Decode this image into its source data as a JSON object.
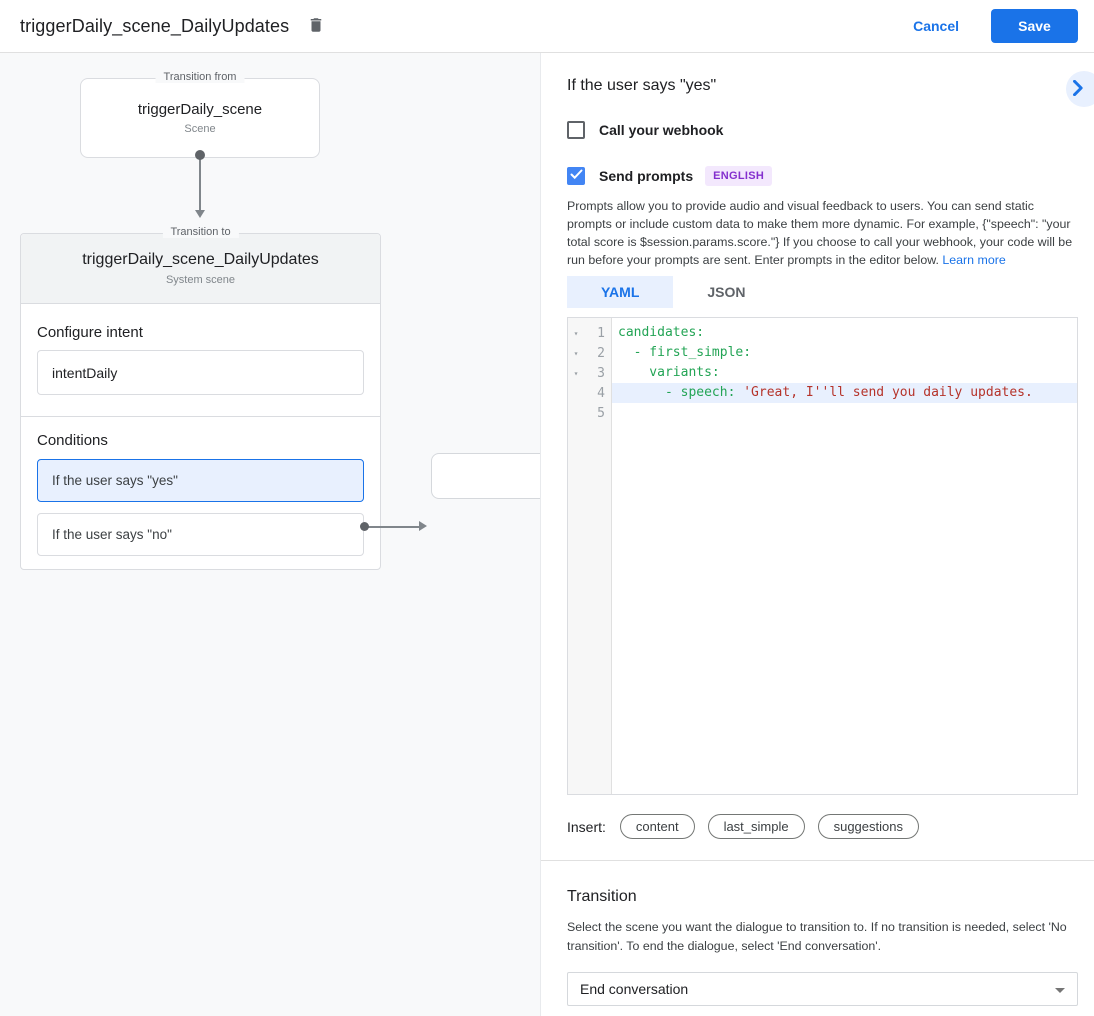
{
  "header": {
    "title": "triggerDaily_scene_DailyUpdates",
    "cancel_label": "Cancel",
    "save_label": "Save"
  },
  "canvas": {
    "from_box": {
      "legend": "Transition from",
      "title": "triggerDaily_scene",
      "subtitle": "Scene"
    },
    "to_box": {
      "legend": "Transition to",
      "title": "triggerDaily_scene_DailyUpdates",
      "subtitle": "System scene",
      "configure_intent_label": "Configure intent",
      "intent_value": "intentDaily",
      "conditions_label": "Conditions",
      "conditions": [
        {
          "label": "If the user says \"yes\"",
          "selected": true
        },
        {
          "label": "If the user says \"no\"",
          "selected": false
        }
      ]
    }
  },
  "panel": {
    "title": "If the user says \"yes\"",
    "webhook": {
      "label": "Call your webhook",
      "checked": false
    },
    "prompts": {
      "label": "Send prompts",
      "checked": true,
      "badge": "ENGLISH"
    },
    "description": "Prompts allow you to provide audio and visual feedback to users. You can send static prompts or include custom data to make them more dynamic. For example, {\"speech\": \"your total score is $session.params.score.\"} If you choose to call your webhook, your code will be run before your prompts are sent. Enter prompts in the editor below. ",
    "learn_more_label": "Learn more",
    "tabs": [
      {
        "label": "YAML",
        "active": true
      },
      {
        "label": "JSON",
        "active": false
      }
    ],
    "editor": {
      "lines": [
        {
          "num": "1",
          "fold": "▾",
          "highlight": false,
          "tokens": [
            {
              "cls": "tok-key",
              "text": "candidates:"
            }
          ]
        },
        {
          "num": "2",
          "fold": "▾",
          "highlight": false,
          "tokens": [
            {
              "cls": "tok-key",
              "text": "  - first_simple:"
            }
          ]
        },
        {
          "num": "3",
          "fold": "▾",
          "highlight": false,
          "tokens": [
            {
              "cls": "tok-key",
              "text": "    variants:"
            }
          ]
        },
        {
          "num": "4",
          "fold": "",
          "highlight": true,
          "tokens": [
            {
              "cls": "tok-key",
              "text": "      - speech: "
            },
            {
              "cls": "tok-string",
              "text": "'Great, I''ll send you daily updates."
            }
          ]
        },
        {
          "num": "5",
          "fold": "",
          "highlight": false,
          "tokens": [
            {
              "cls": "tok-key",
              "text": ""
            }
          ]
        }
      ]
    },
    "insert": {
      "label": "Insert:",
      "pills": [
        "content",
        "last_simple",
        "suggestions"
      ]
    },
    "transition": {
      "title": "Transition",
      "description": "Select the scene you want the dialogue to transition to. If no transition is needed, select 'No transition'. To end the dialogue, select 'End conversation'.",
      "value": "End conversation"
    }
  },
  "colors": {
    "accent_blue": "#1a73e8",
    "selected_fill": "#e8f0fe",
    "canvas_bg": "#f8f9fa",
    "badge_purple": "#8430ce",
    "badge_bg": "#f3e8fd",
    "code_key_green": "#23a455",
    "code_string_red": "#b5332a",
    "line_highlight": "#e8f0fe"
  }
}
